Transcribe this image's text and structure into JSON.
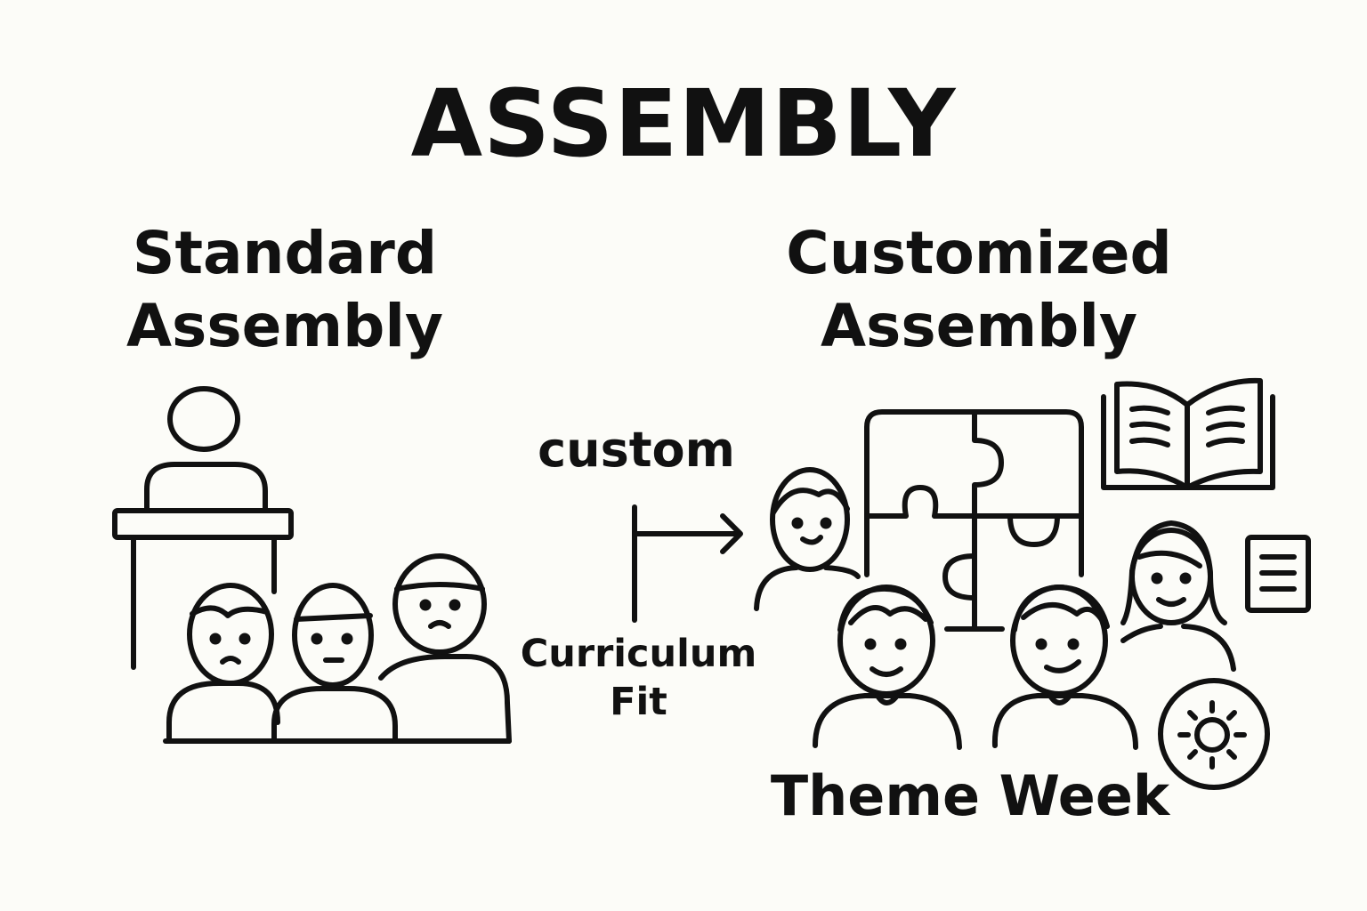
{
  "title": "ASSEMBLY",
  "standard": {
    "line1": "Standard",
    "line2": "Assembly"
  },
  "customized": {
    "line1": "Customized",
    "line2": "Assembly"
  },
  "arrow_top_label": "custom",
  "arrow_bottom_label": {
    "line1": "Curriculum",
    "line2": "Fit"
  },
  "theme_label": "Theme Week",
  "icons": [
    "podium-icon",
    "speaker-head-icon",
    "sad-student-icon",
    "arrow-icon",
    "puzzle-icon",
    "open-book-icon",
    "notepad-icon",
    "sun-badge-icon",
    "happy-student-icon"
  ]
}
